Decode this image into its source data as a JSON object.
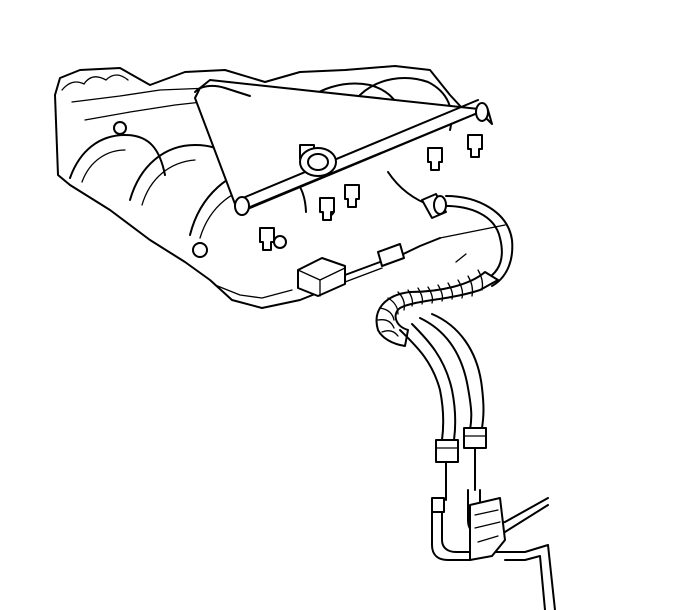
{
  "figure": {
    "kind": "technical line illustration",
    "colors": {
      "ink": "#000000",
      "paper": "#ffffff"
    }
  },
  "parts": [
    "intake-manifold",
    "fuel-rail",
    "fuel-injector-row",
    "fuel-pressure-regulator",
    "vacuum-hose",
    "pressure-sensor",
    "fuel-feed-line",
    "fuel-return-line",
    "convoluted-tubing",
    "quick-connect-fittings",
    "frame-fuel-lines",
    "retaining-clip"
  ]
}
